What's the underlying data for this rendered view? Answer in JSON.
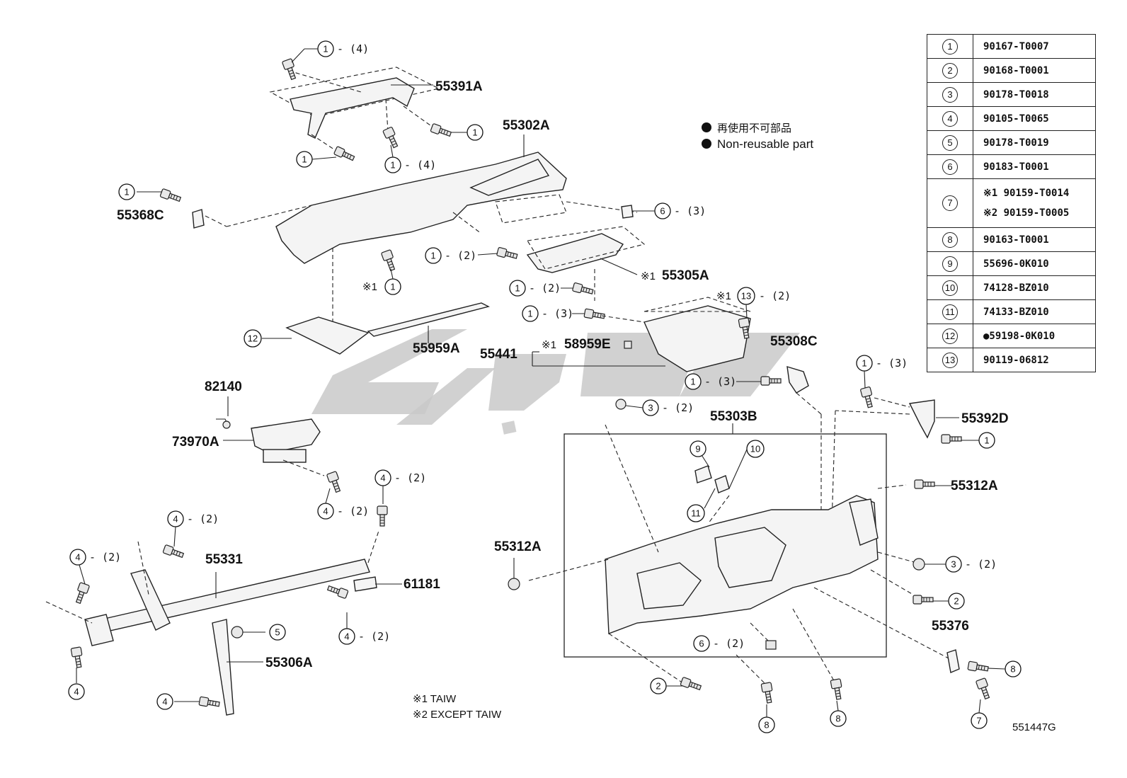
{
  "legend": {
    "non_reusable_jp": "再使用不可部品",
    "non_reusable_en": "Non-reusable part"
  },
  "notes": {
    "taiw": "※1 TAIW",
    "except_taiw": "※2 EXCEPT TAIW"
  },
  "diagram_id": "551447G",
  "ref_table": [
    {
      "key": "1",
      "value": "90167-T0007"
    },
    {
      "key": "2",
      "value": "90168-T0001"
    },
    {
      "key": "3",
      "value": "90178-T0018"
    },
    {
      "key": "4",
      "value": "90105-T0065"
    },
    {
      "key": "5",
      "value": "90178-T0019"
    },
    {
      "key": "6",
      "value": "90183-T0001"
    },
    {
      "key": "7",
      "value": "※1 90159-T0014",
      "value2": "※2 90159-T0005"
    },
    {
      "key": "8",
      "value": "90163-T0001"
    },
    {
      "key": "9",
      "value": "55696-0K010"
    },
    {
      "key": "10",
      "value": "74128-BZ010"
    },
    {
      "key": "11",
      "value": "74133-BZ010"
    },
    {
      "key": "12",
      "value": "●59198-0K010"
    },
    {
      "key": "13",
      "value": "90119-06812"
    }
  ],
  "part_labels": {
    "p55391A": "55391A",
    "p55302A": "55302A",
    "p55368C": "55368C",
    "p55305A": "55305A",
    "p55959A": "55959A",
    "p55441": "55441",
    "p58959E": "58959E",
    "p55308C": "55308C",
    "p82140": "82140",
    "p73970A": "73970A",
    "p55303B": "55303B",
    "p55392D": "55392D",
    "p55312A_r": "55312A",
    "p55312A_l": "55312A",
    "p55331": "55331",
    "p61181": "61181",
    "p55306A": "55306A",
    "p55376": "55376"
  },
  "markers": {
    "m1": "1",
    "m2": "2",
    "m3": "3",
    "m4": "4",
    "m5": "5",
    "m6": "6",
    "m7": "7",
    "m8": "8",
    "m9": "9",
    "m10": "10",
    "m11": "11",
    "m12": "12",
    "m13": "13"
  },
  "quantities": {
    "q4": "- (4)",
    "q3": "- (3)",
    "q2": "- (2)"
  },
  "note_marks": {
    "star1": "※1"
  }
}
